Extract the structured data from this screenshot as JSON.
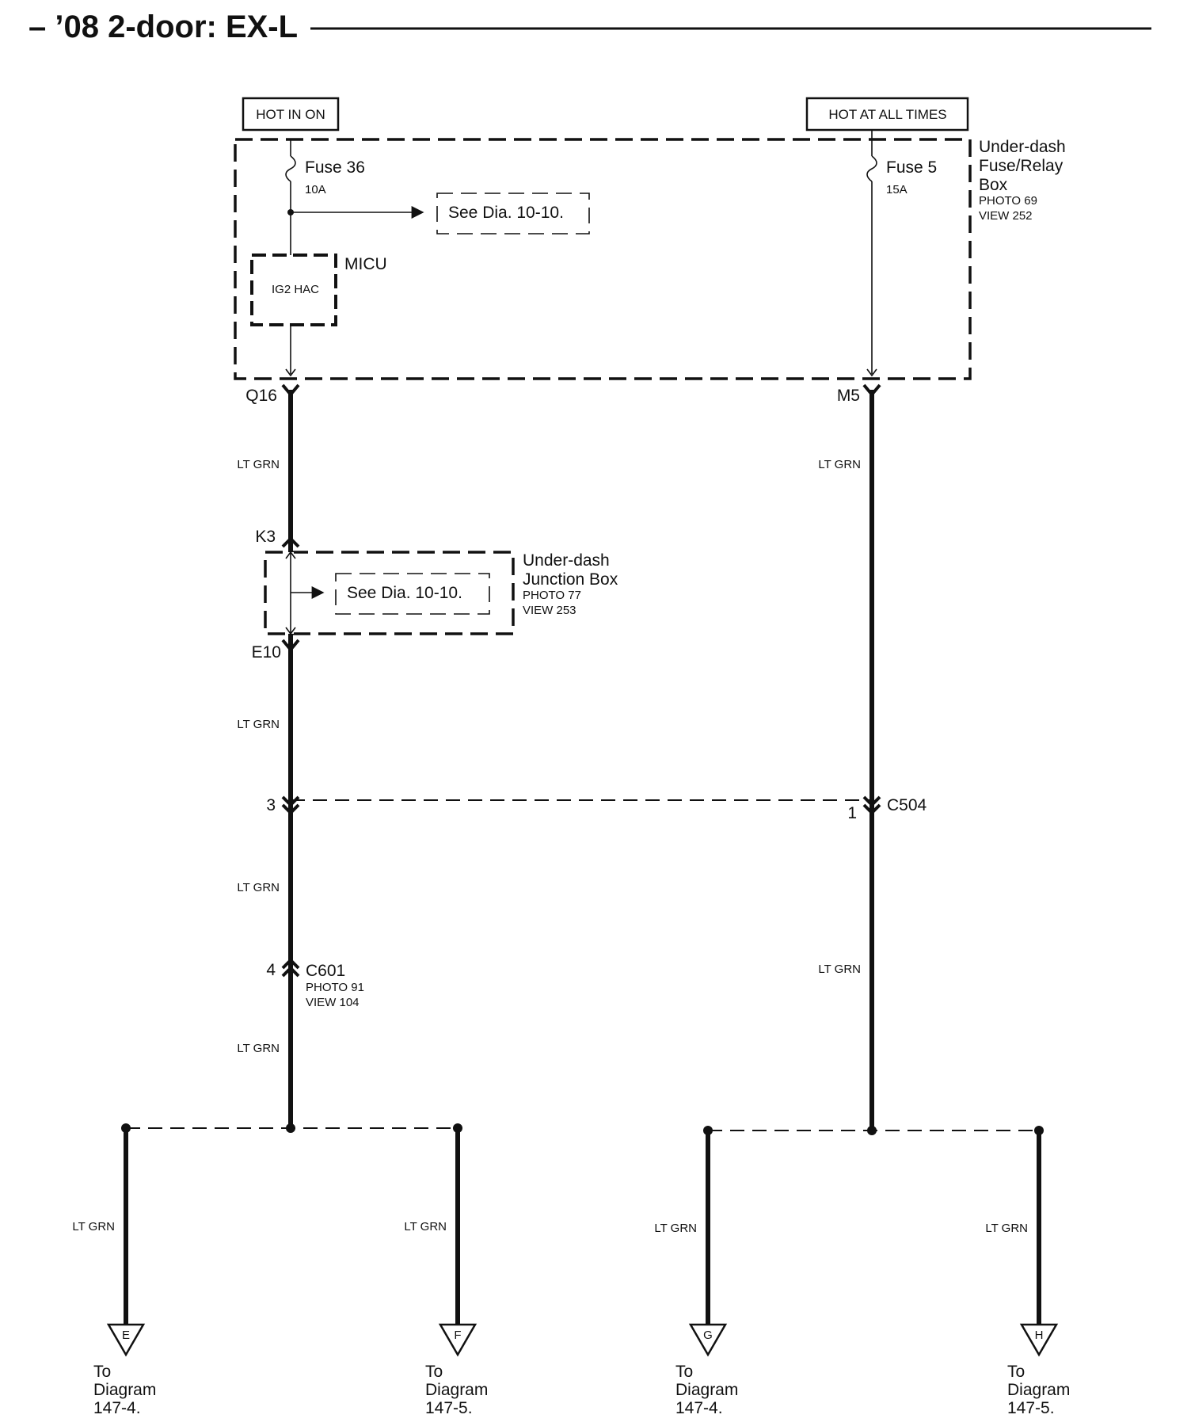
{
  "title": "– ’08 2-door: EX-L",
  "power_labels": {
    "left": "HOT IN ON",
    "right": "HOT AT ALL TIMES"
  },
  "fuse_relay_box": {
    "name_line1": "Under-dash",
    "name_line2": "Fuse/Relay",
    "name_line3": "Box",
    "photo": "PHOTO 69",
    "view": "VIEW 252"
  },
  "fuses": {
    "left": {
      "name": "Fuse 36",
      "rating": "10A"
    },
    "right": {
      "name": "Fuse 5",
      "rating": "15A"
    }
  },
  "see_dia_upper": "See Dia. 10-10.",
  "micu": {
    "label": "MICU",
    "relay": "IG2 HAC"
  },
  "terminals": {
    "q16": "Q16",
    "m5": "M5",
    "k3": "K3",
    "e10": "E10",
    "c504_pin_left": "3",
    "c504_pin_right": "1",
    "c504": "C504",
    "c601_pin": "4",
    "c601": "C601"
  },
  "junction_box": {
    "name_line1": "Under-dash",
    "name_line2": "Junction Box",
    "photo": "PHOTO 77",
    "view": "VIEW 253"
  },
  "see_dia_lower": "See Dia. 10-10.",
  "c601_info": {
    "photo": "PHOTO 91",
    "view": "VIEW 104"
  },
  "wire_color": "LT GRN",
  "outputs": [
    {
      "letter": "E",
      "line1": "To",
      "line2": "Diagram",
      "line3": "147-4."
    },
    {
      "letter": "F",
      "line1": "To",
      "line2": "Diagram",
      "line3": "147-5."
    },
    {
      "letter": "G",
      "line1": "To",
      "line2": "Diagram",
      "line3": "147-4."
    },
    {
      "letter": "H",
      "line1": "To",
      "line2": "Diagram",
      "line3": "147-5."
    }
  ]
}
